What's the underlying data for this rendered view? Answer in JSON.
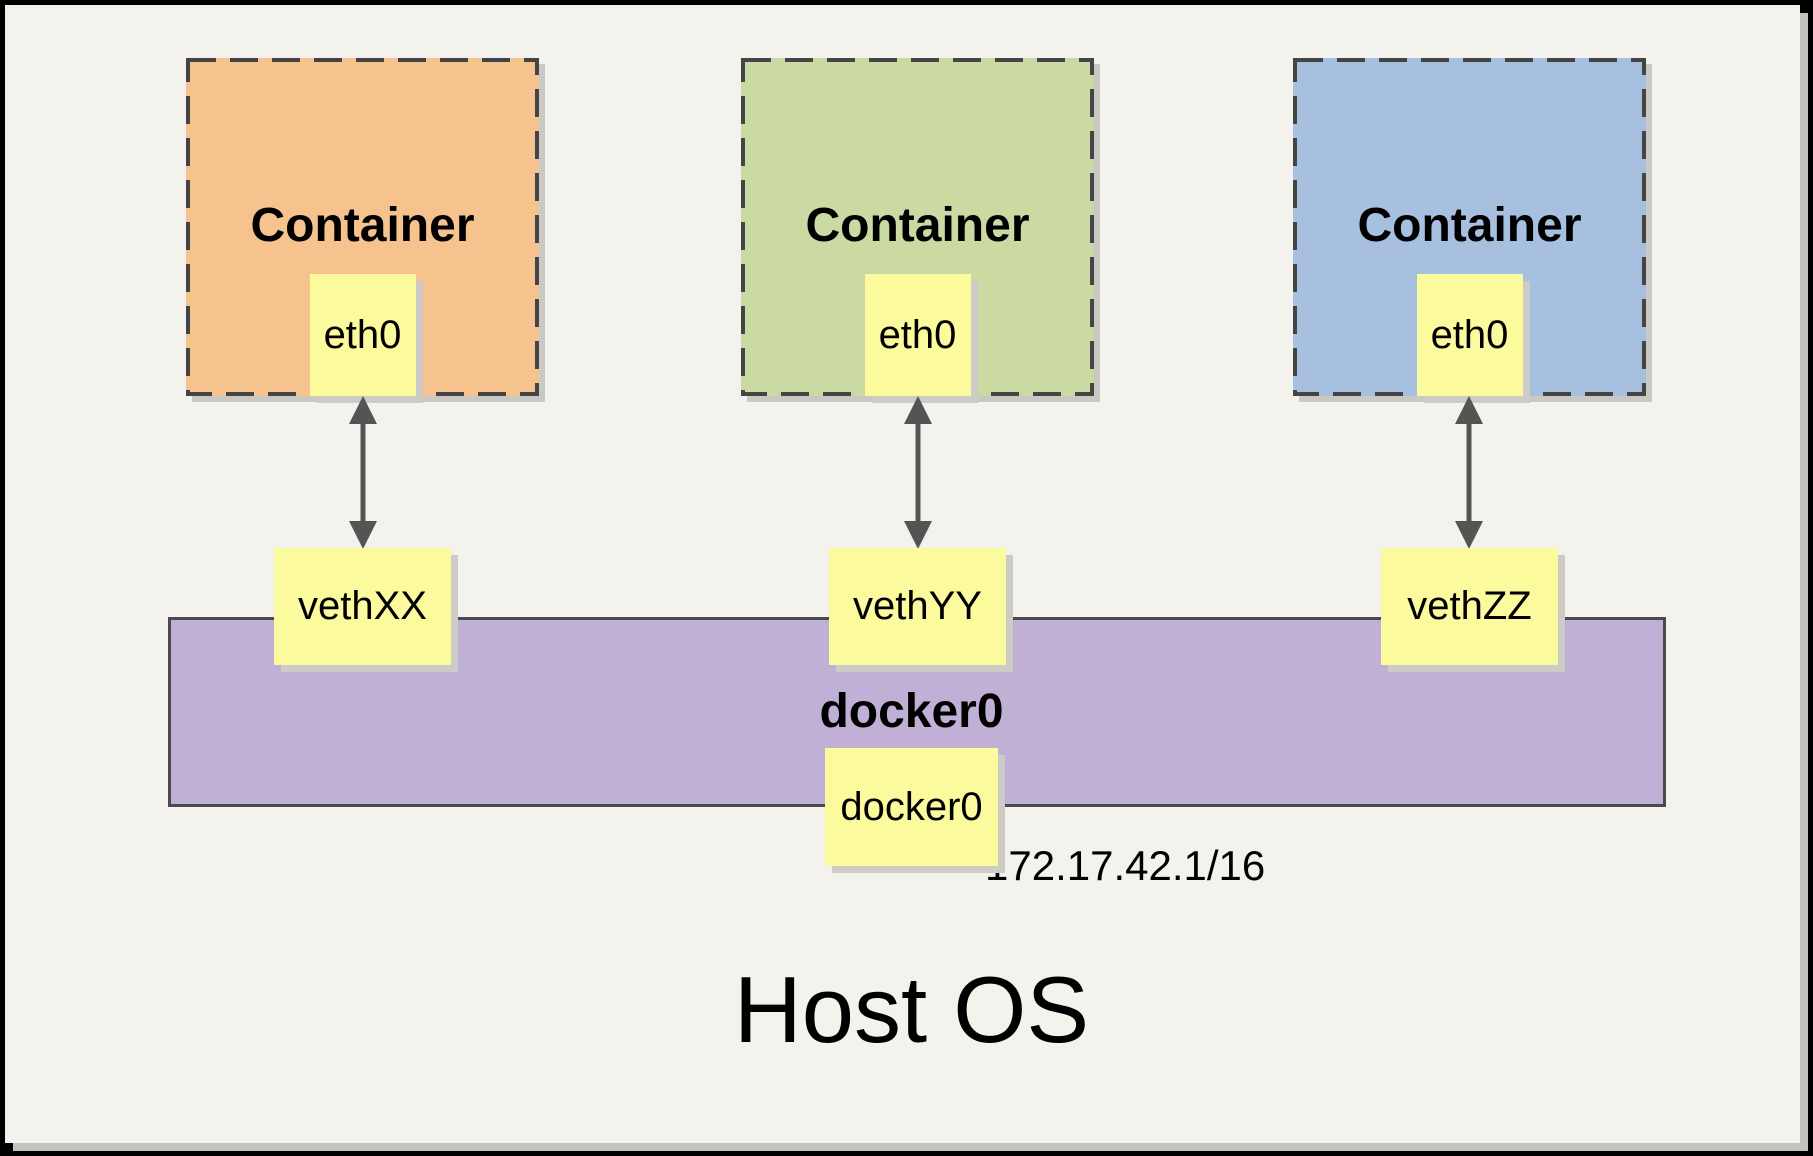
{
  "diagram": {
    "containers": [
      {
        "label": "Container",
        "eth_label": "eth0",
        "veth_label": "vethXX",
        "fill": "#f6c28e"
      },
      {
        "label": "Container",
        "eth_label": "eth0",
        "veth_label": "vethYY",
        "fill": "#cbd9a2"
      },
      {
        "label": "Container",
        "eth_label": "eth0",
        "veth_label": "vethZZ",
        "fill": "#a8c0df"
      }
    ],
    "bridge": {
      "title": "docker0",
      "interface_label": "docker0",
      "ip": "172.17.42.1/16",
      "fill": "#c1b0d5"
    },
    "host": {
      "label": "Host OS"
    },
    "colors": {
      "background": "#f4f2ec",
      "note_yellow": "#fbfa9d",
      "dashed_border": "#444444",
      "bar_border": "#4a4a4a",
      "arrow": "#545454",
      "shadow": "#cccbc6"
    }
  }
}
